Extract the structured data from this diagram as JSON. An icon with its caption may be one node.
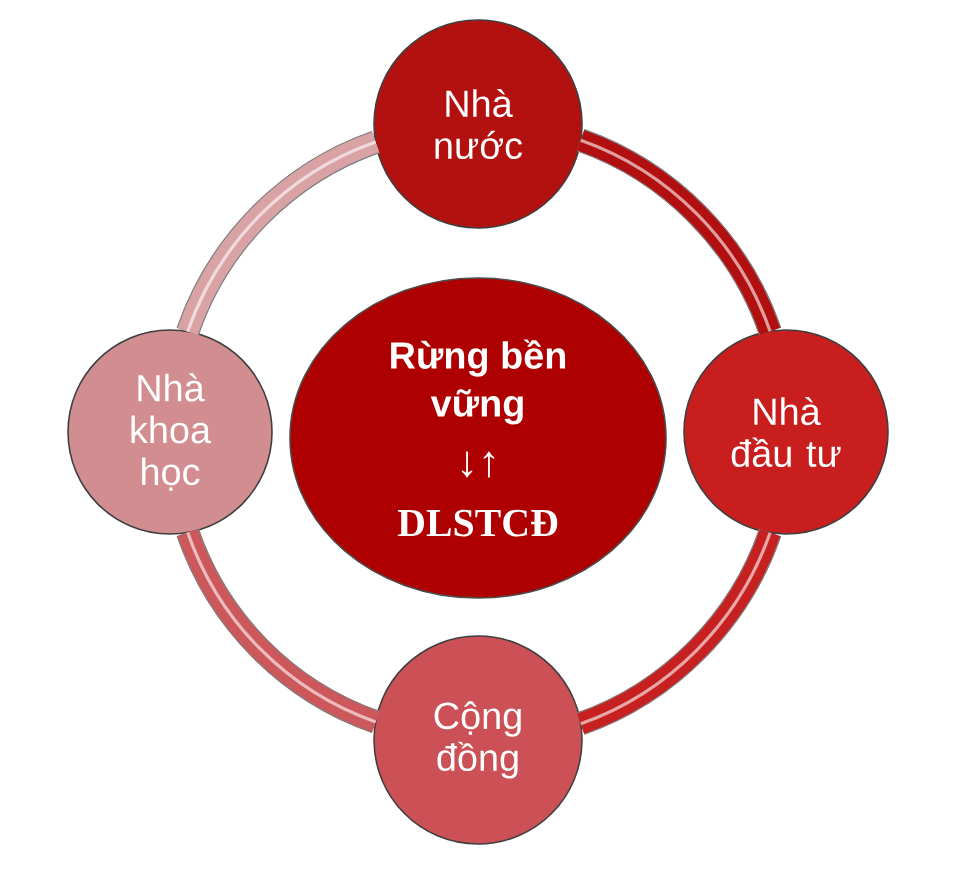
{
  "diagram": {
    "nodes": [
      {
        "text": [
          "Nhà nước"
        ]
      },
      {
        "text": [
          "Nhà khoa học"
        ]
      },
      {
        "text": [
          "Rừng bền vững",
          "↓↑",
          "DLSTCĐ"
        ]
      },
      {
        "text": [
          "Nhà đầu tư"
        ]
      },
      {
        "text": [
          "Cộng đồng"
        ]
      }
    ],
    "edges": [
      {
        "from": 0,
        "to": 3,
        "arrow": "none",
        "color": "#b20f10"
      },
      {
        "from": 3,
        "to": 4,
        "arrow": "none",
        "color": "#c62020"
      },
      {
        "from": 4,
        "to": 1,
        "arrow": "none",
        "color": "#cc585c"
      },
      {
        "from": 1,
        "to": 0,
        "arrow": "none",
        "color": "#d9a2a5"
      }
    ]
  }
}
